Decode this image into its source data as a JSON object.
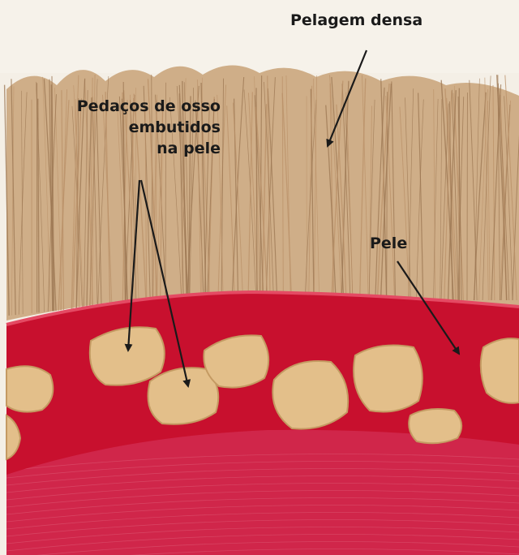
{
  "labels": {
    "fur": "Pelagem densa",
    "bone_line1": "Pedaços de osso",
    "bone_line2": "embutidos",
    "bone_line3": "na pele",
    "skin": "Pele"
  },
  "colors": {
    "background": "#f4efe6",
    "fur": "#c9a782",
    "fur_dark": "#9b7552",
    "skin": "#c8102e",
    "skin_dark": "#a80d26",
    "muscle": "#d0264a",
    "bone": "#e3bf8a",
    "bone_edge": "#c49a62",
    "arrow": "#1a1a1a"
  }
}
